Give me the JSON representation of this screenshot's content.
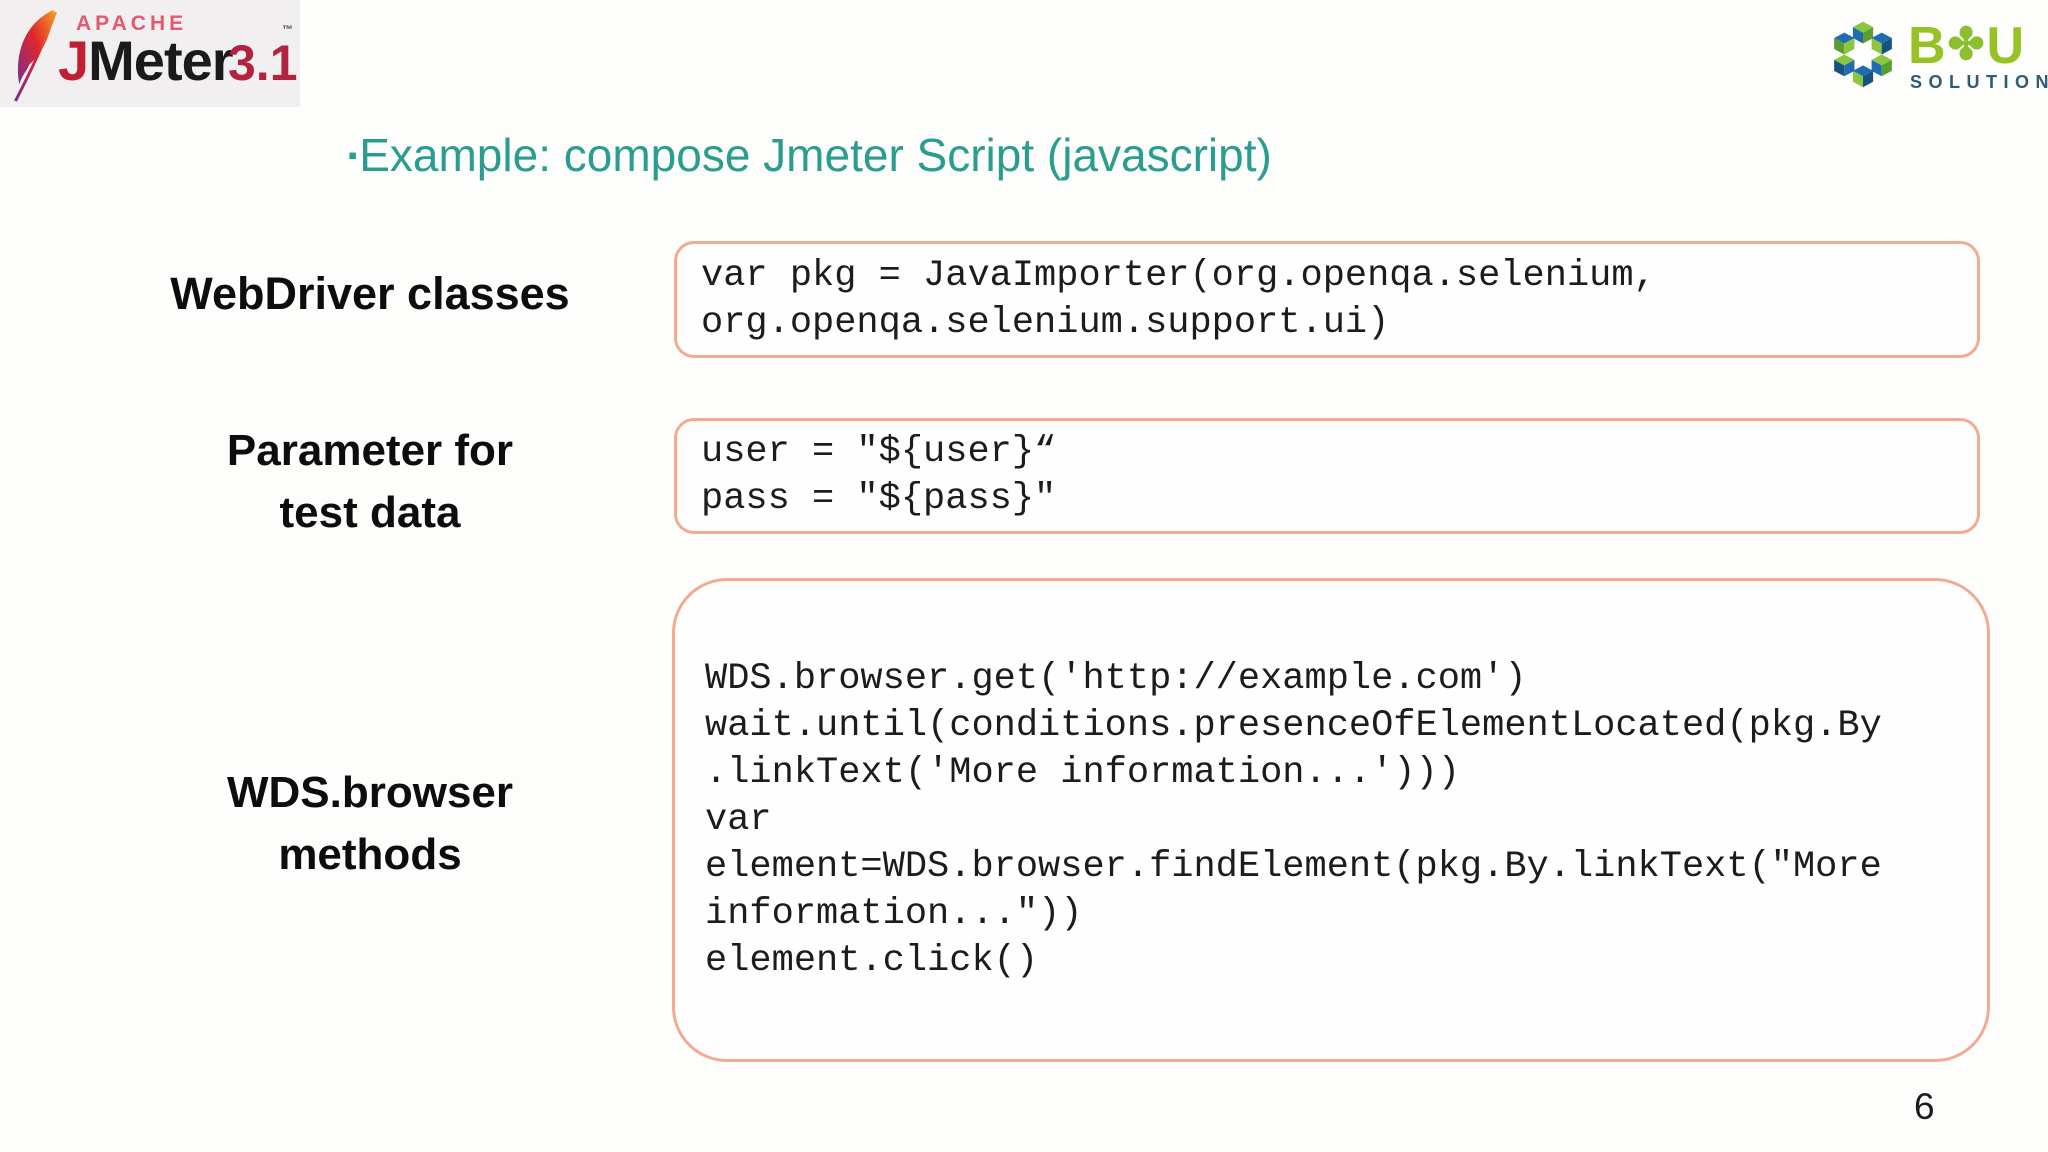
{
  "slide": {
    "title": {
      "bullet": "▪",
      "text": "Example: compose Jmeter Script (javascript)"
    },
    "page_number": "6"
  },
  "logos": {
    "jmeter": {
      "apache": "APACHE",
      "j": "J",
      "meter": "Meter",
      "version": "3.1",
      "tm": "™"
    },
    "bu": {
      "b": "B",
      "clover": "✤",
      "u": "U",
      "solution": "SOLUTION"
    }
  },
  "sections": [
    {
      "label": "WebDriver classes",
      "code": "var pkg = JavaImporter(org.openqa.selenium,\norg.openqa.selenium.support.ui)"
    },
    {
      "label": "Parameter for\ntest data",
      "code": "user = \"${user}“\npass = \"${pass}\""
    },
    {
      "label": "WDS.browser\nmethods",
      "code": "WDS.browser.get('http://example.com')\nwait.until(conditions.presenceOfElementLocated(pkg.By\n.linkText('More information...')))\nvar\nelement=WDS.browser.findElement(pkg.By.linkText(\"More\ninformation...\"))\nelement.click()"
    }
  ],
  "colors": {
    "accent_teal": "#2a9d8f",
    "box_border": "#f2ab91",
    "bu_green": "#8cc63f",
    "bu_blue": "#1f6cb0",
    "jmeter_red": "#c22032",
    "apache_pink": "#e25a6e"
  }
}
